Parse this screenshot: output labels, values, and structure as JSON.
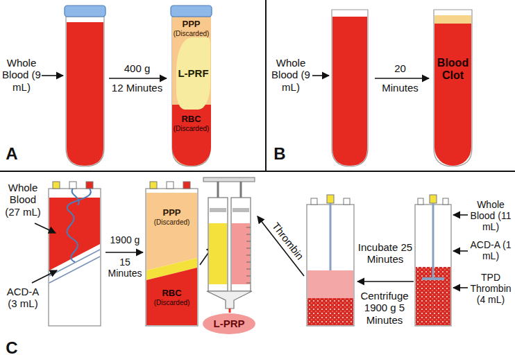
{
  "diagram": {
    "nodes": [
      {
        "text": [
          "PPP",
          "(Discarded)"
        ]
      },
      {
        "text": [
          "L-PRF"
        ]
      },
      {
        "text": [
          "RBC",
          "(Discarded)"
        ]
      },
      {
        "text": [
          "Blood Clot"
        ]
      },
      {
        "text": [
          "PPP",
          "(Discarded)"
        ]
      },
      {
        "text": [
          "RBC",
          "(Discarded)"
        ]
      },
      {
        "text": [
          "L-PRP"
        ]
      }
    ],
    "labels": [
      "A",
      "Whole Blood (9 mL)",
      "400 g",
      "12 Minutes",
      "B",
      "Whole Blood (9 mL)",
      "20",
      "Minutes",
      "C",
      "Whole Blood (27 mL)",
      "ACD-A (3 mL)",
      "1900 g",
      "15 Minutes",
      "Thrombin",
      "Incubate 25 Minutes",
      "Centrifuge 1900 g 5 Minutes",
      "Whole Blood (11 mL)",
      "ACD-A (1 mL)",
      "TPD Thrombin (4 mL)"
    ]
  }
}
